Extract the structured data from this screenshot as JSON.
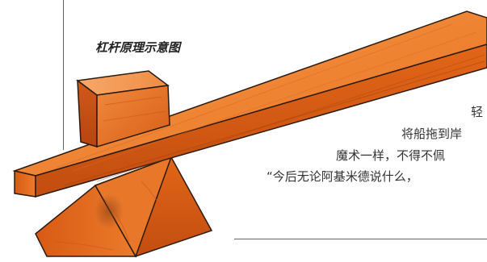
{
  "figure": {
    "caption": "杠杆原理示意图"
  },
  "text_lines": [
    "轻",
    "将船拖到岸",
    "魔术一样，不得不佩",
    "“今后无论阿基米德说什么，"
  ],
  "colors": {
    "wood_light": "#f08a3a",
    "wood_mid": "#e0661c",
    "wood_dark": "#b9450e",
    "outline": "#2a1a10"
  }
}
